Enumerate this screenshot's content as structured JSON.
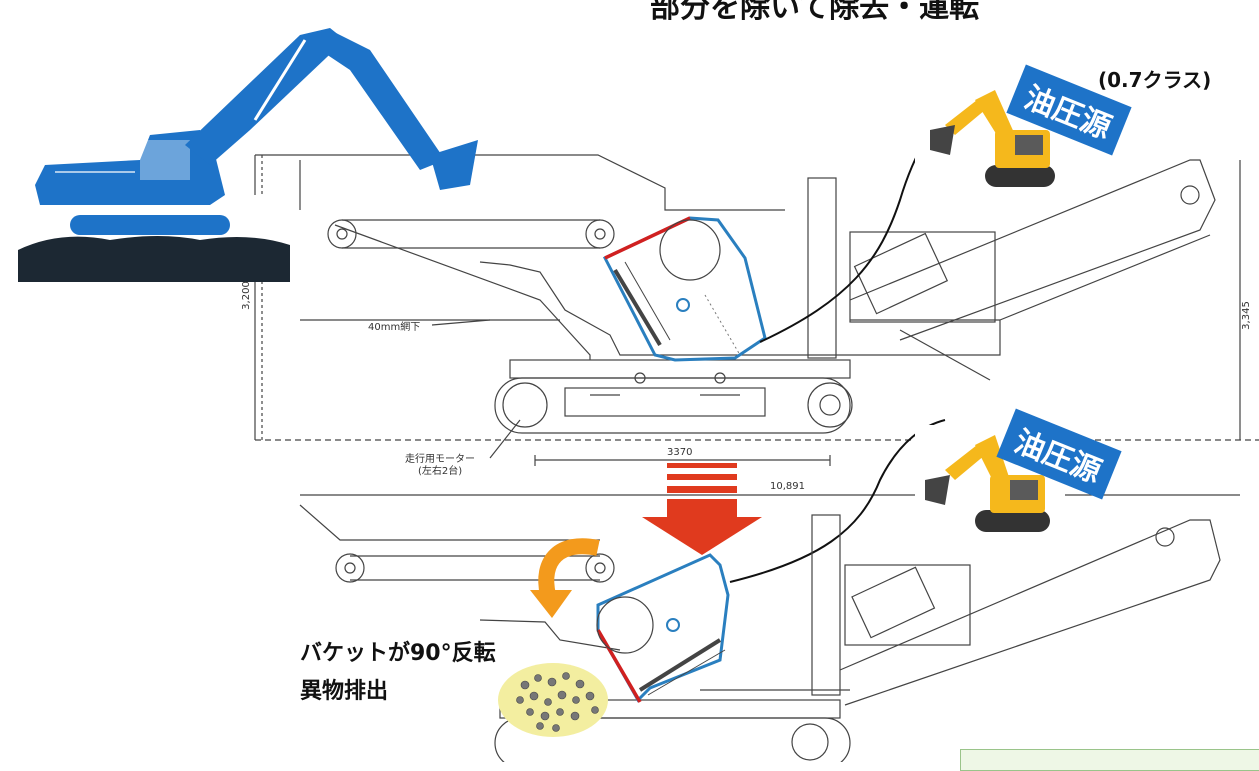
{
  "header": {
    "title_fragment": "部分を除いて除去・運転"
  },
  "labels": {
    "class_label": "(0.7クラス)",
    "power_source_top": "油圧源",
    "power_source_bottom": "油圧源",
    "bucket_rotation": "バケットが90°反転",
    "foreign_discharge": "異物排出"
  },
  "drawing": {
    "screen_note": "40mm網下",
    "motor_note_line1": "走行用モーター",
    "motor_note_line2": "(左右2台)",
    "dim_track": "3370",
    "dim_total": "10,891",
    "dim_height_left": "3,200",
    "dim_height_right": "3,345"
  },
  "colors": {
    "excavator_blue": "#1e73c8",
    "crusher_outline_blue": "#2a7fbf",
    "crusher_outline_red": "#d02020",
    "down_arrow_red": "#e03a1e",
    "rotate_arrow_orange": "#f39a1c",
    "debris_fill": "#f3eea0",
    "tag_blue": "#1e73c8",
    "mini_excavator_yellow": "#f5b81c"
  }
}
